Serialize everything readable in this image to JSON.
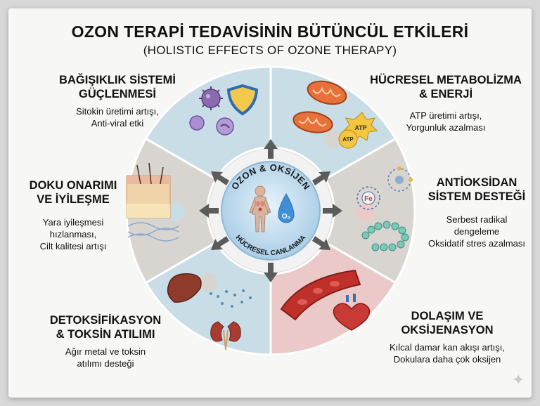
{
  "title": "OZON TERAPİ TEDAVİSİNİN BÜTÜNCÜL ETKİLERİ",
  "subtitle": "(HOLISTIC EFFECTS OF OZONE THERAPY)",
  "center": {
    "top_text": "OZON & OKSİJEN",
    "bottom_text": "HÜCRESEL CANLANMA",
    "o2_label": "O₂"
  },
  "sections": [
    {
      "id": "immune",
      "title_lines": [
        "BAĞIŞIKLIK SİSTEMİ",
        "GÜÇLENMESİ"
      ],
      "desc_lines": [
        "Sitokin üretimi artışı,",
        "Anti-viral etki"
      ],
      "color": "#c9dde6"
    },
    {
      "id": "metabolism",
      "title_lines": [
        "HÜCRESEL METABOLİZMA",
        "& ENERJİ"
      ],
      "desc_lines": [
        "ATP üretimi artışı,",
        "Yorgunluk azalması"
      ],
      "color": "#c9dde6"
    },
    {
      "id": "antioxidant",
      "title_lines": [
        "ANTİOKSİDAN",
        "SİSTEM DESTEĞİ"
      ],
      "desc_lines": [
        "Serbest radikal",
        "dengeleme",
        "Oksidatif stres azalması"
      ],
      "color": "#d8d4d0"
    },
    {
      "id": "circulation",
      "title_lines": [
        "DOLAŞIM VE",
        "OKSİJENASYON"
      ],
      "desc_lines": [
        "Kılcal damar kan akışı artışı,",
        "Dokulara daha çok oksijen"
      ],
      "color": "#ecc9c9"
    },
    {
      "id": "detox",
      "title_lines": [
        "DETOKSİFİKASYON",
        "& TOKSİN ATILIMI"
      ],
      "desc_lines": [
        "Ağır metal ve toksin",
        "atılımı desteği"
      ],
      "color": "#c9dde6"
    },
    {
      "id": "repair",
      "title_lines": [
        "DOKU ONARIMI",
        "VE İYİLEŞME"
      ],
      "desc_lines": [
        "Yara iyileşmesi",
        "hızlanması,",
        "Cilt kalitesi artışı"
      ],
      "color": "#d8d4d0"
    }
  ],
  "icons": {
    "atp_badge": "ATP",
    "fe_label": "Fe"
  }
}
